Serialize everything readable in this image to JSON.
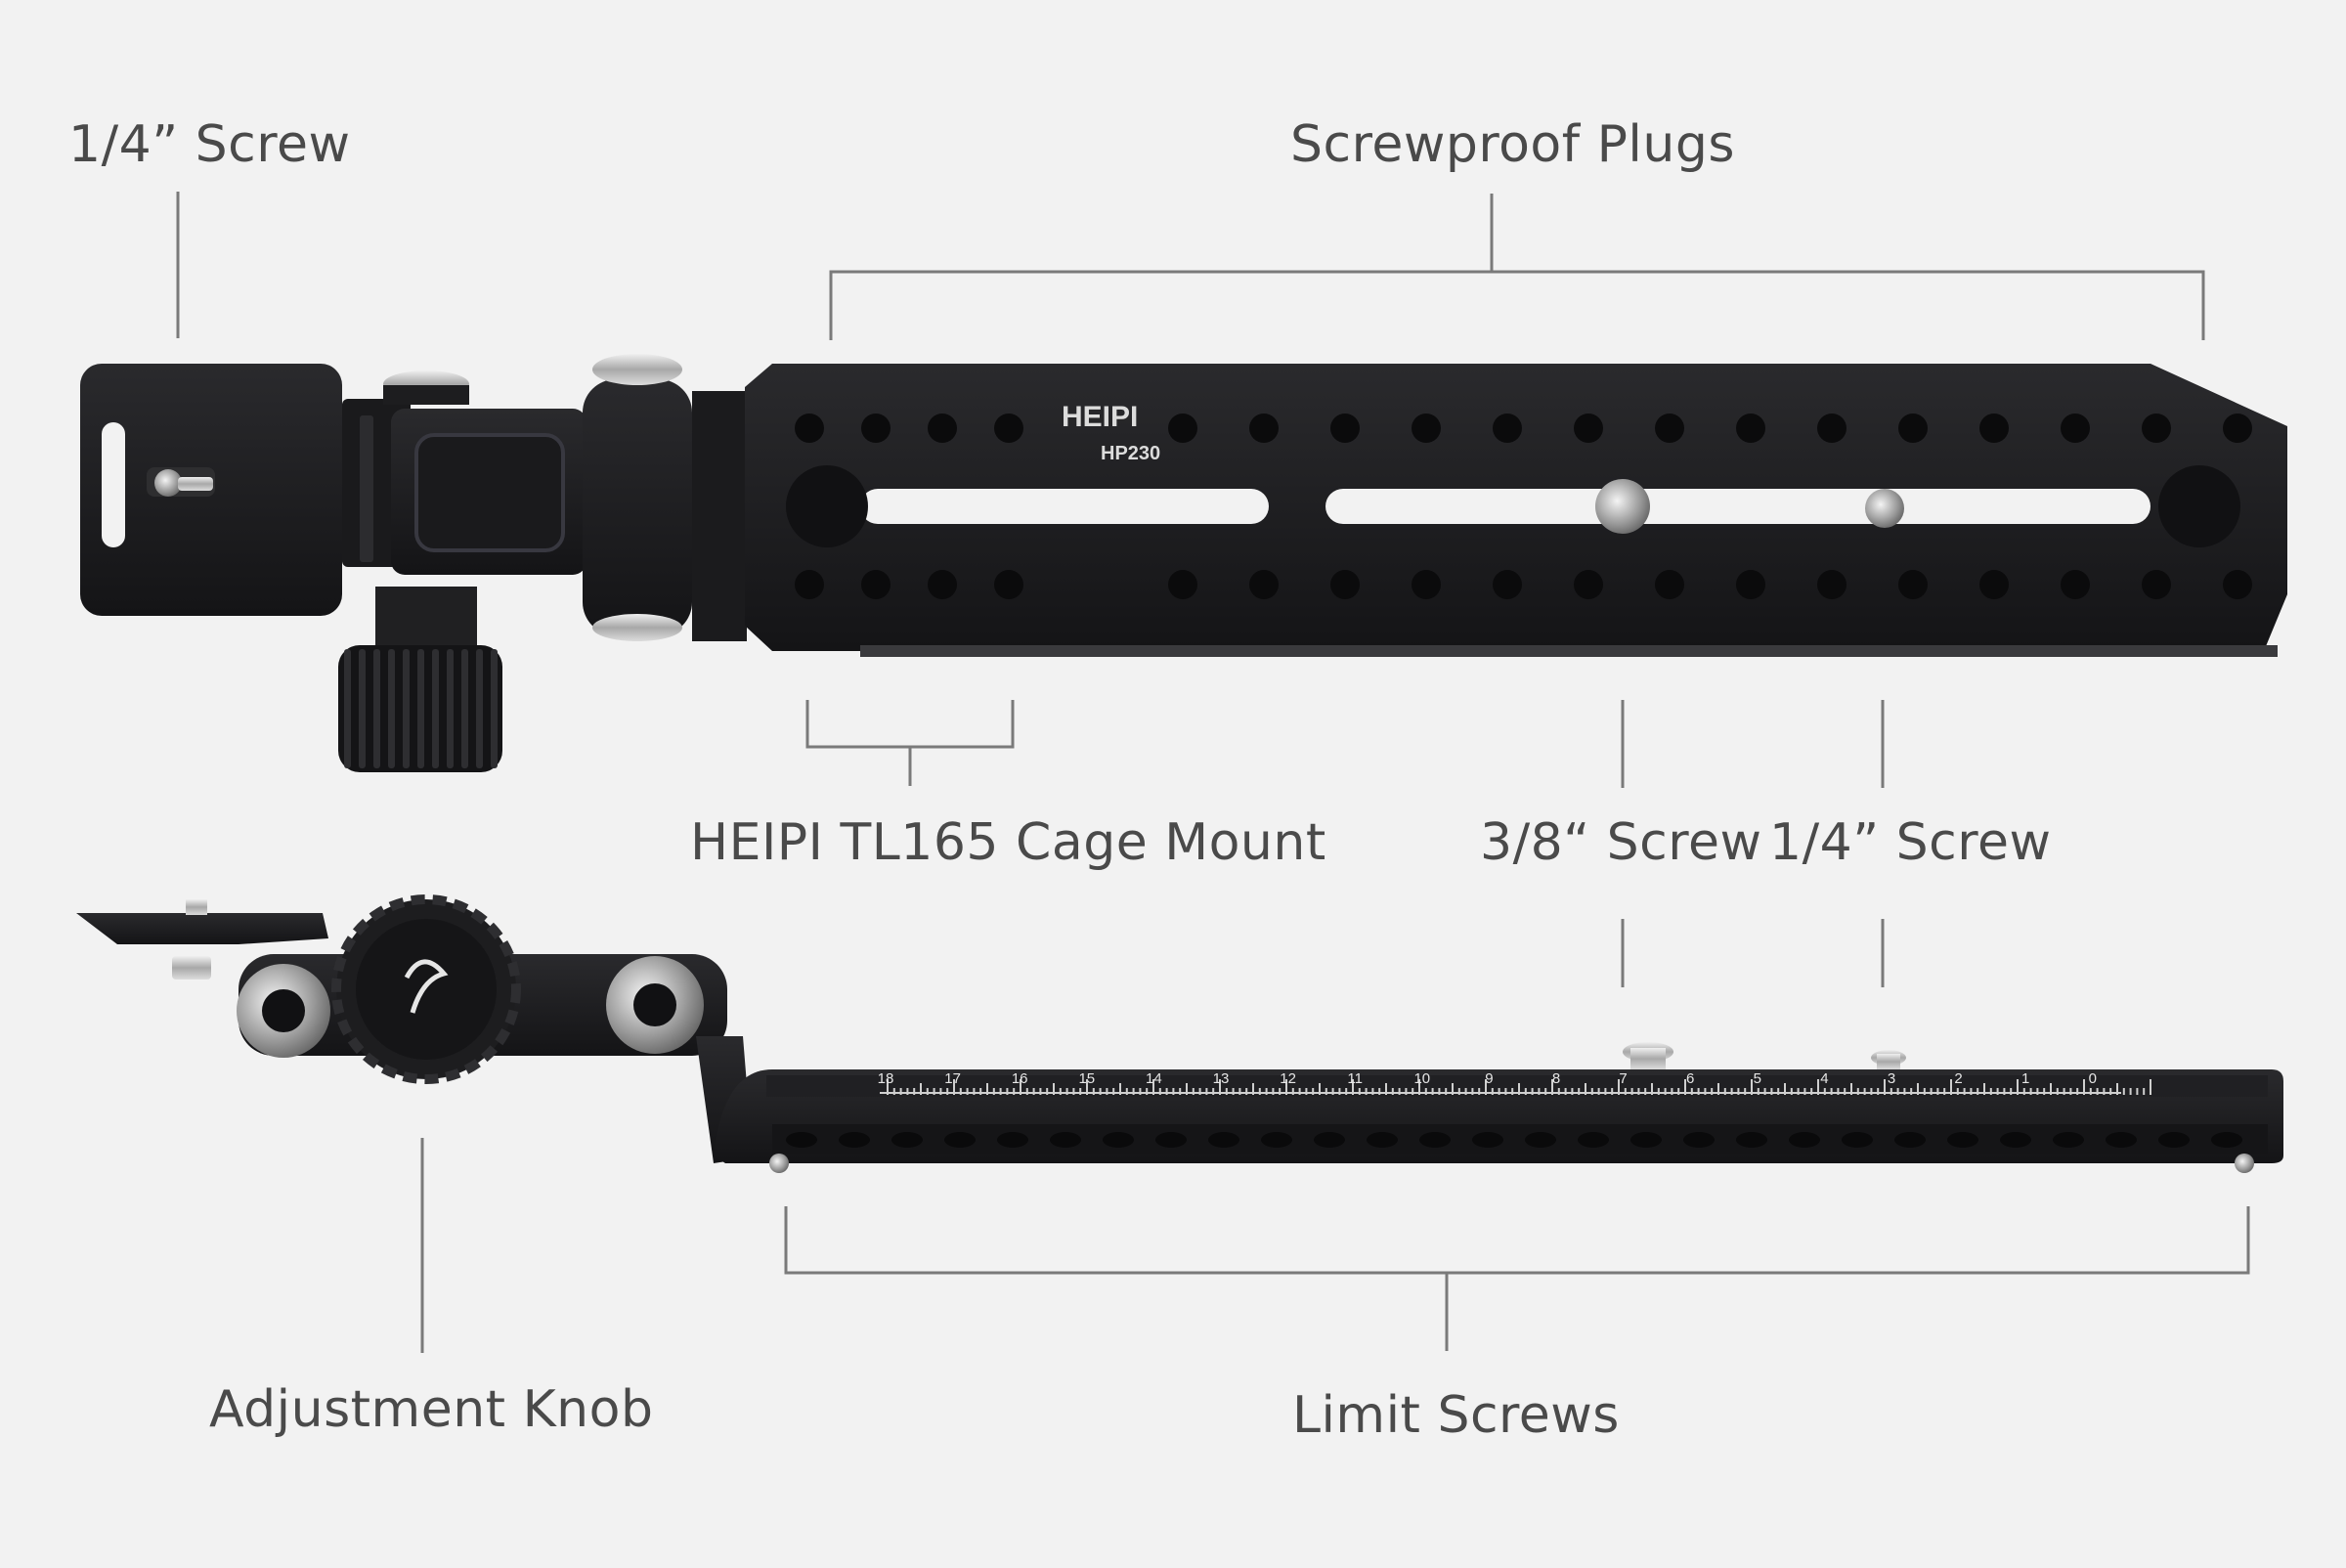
{
  "callouts": {
    "top_left_screw": "1/4” Screw",
    "screwproof_plugs": "Screwproof Plugs",
    "cage_mount": "HEIPI TL165 Cage Mount",
    "screw_38": "3/8“ Screw",
    "screw_14": "1/4” Screw",
    "adjustment_knob": "Adjustment Knob",
    "limit_screws": "Limit Screws"
  },
  "product": {
    "brand": "HEIPI",
    "model": "HP230"
  },
  "scale_ticks": [
    "18",
    "17",
    "16",
    "15",
    "14",
    "13",
    "12",
    "11",
    "10",
    "9",
    "8",
    "7",
    "6",
    "5",
    "4",
    "3",
    "2",
    "1",
    "0"
  ],
  "colors": {
    "background": "#f2f2f2",
    "metal": "#1c1c1e",
    "callout_line": "#7a7a7a",
    "label": "#4a4a4a"
  }
}
